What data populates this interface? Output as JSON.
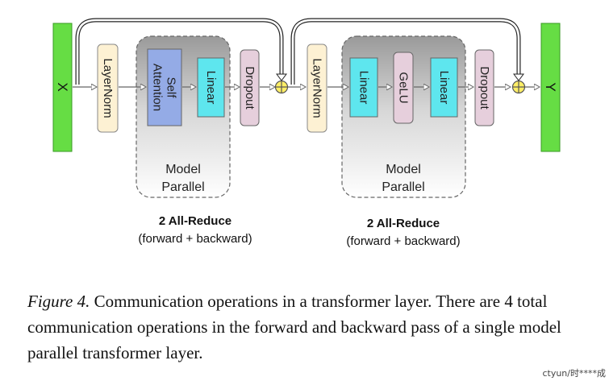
{
  "blocks": {
    "x": "X",
    "y": "Y",
    "layernorm_1": "LayerNorm",
    "self_attention_line1": "Self",
    "self_attention_line2": "Attention",
    "linear_1": "Linear",
    "dropout_1": "Dropout",
    "layernorm_2": "LayerNorm",
    "linear_2": "Linear",
    "gelu": "GeLU",
    "linear_3": "Linear",
    "dropout_2": "Dropout"
  },
  "groups": {
    "attention_group": {
      "line1": "Model",
      "line2": "Parallel"
    },
    "mlp_group": {
      "line1": "Model",
      "line2": "Parallel"
    }
  },
  "all_reduce": {
    "left": {
      "title": "2 All-Reduce",
      "subtitle": "(forward + backward)"
    },
    "right": {
      "title": "2 All-Reduce",
      "subtitle": "(forward + backward)"
    }
  },
  "caption": {
    "label": "Figure 4.",
    "text": " Communication operations in a transformer layer. There are 4 total communication operations in the forward and backward pass of a single model parallel transformer layer."
  },
  "watermark": "ctyun/时****成",
  "colors": {
    "io_green": "#66dd44",
    "layernorm": "#fdf1d3",
    "attention": "#94abe6",
    "linear": "#5ee6ee",
    "dropout_gelu": "#e6cfdc",
    "adder": "#ffee66"
  },
  "icons": [
    "add-circle-icon",
    "hollow-arrow-right-icon"
  ]
}
